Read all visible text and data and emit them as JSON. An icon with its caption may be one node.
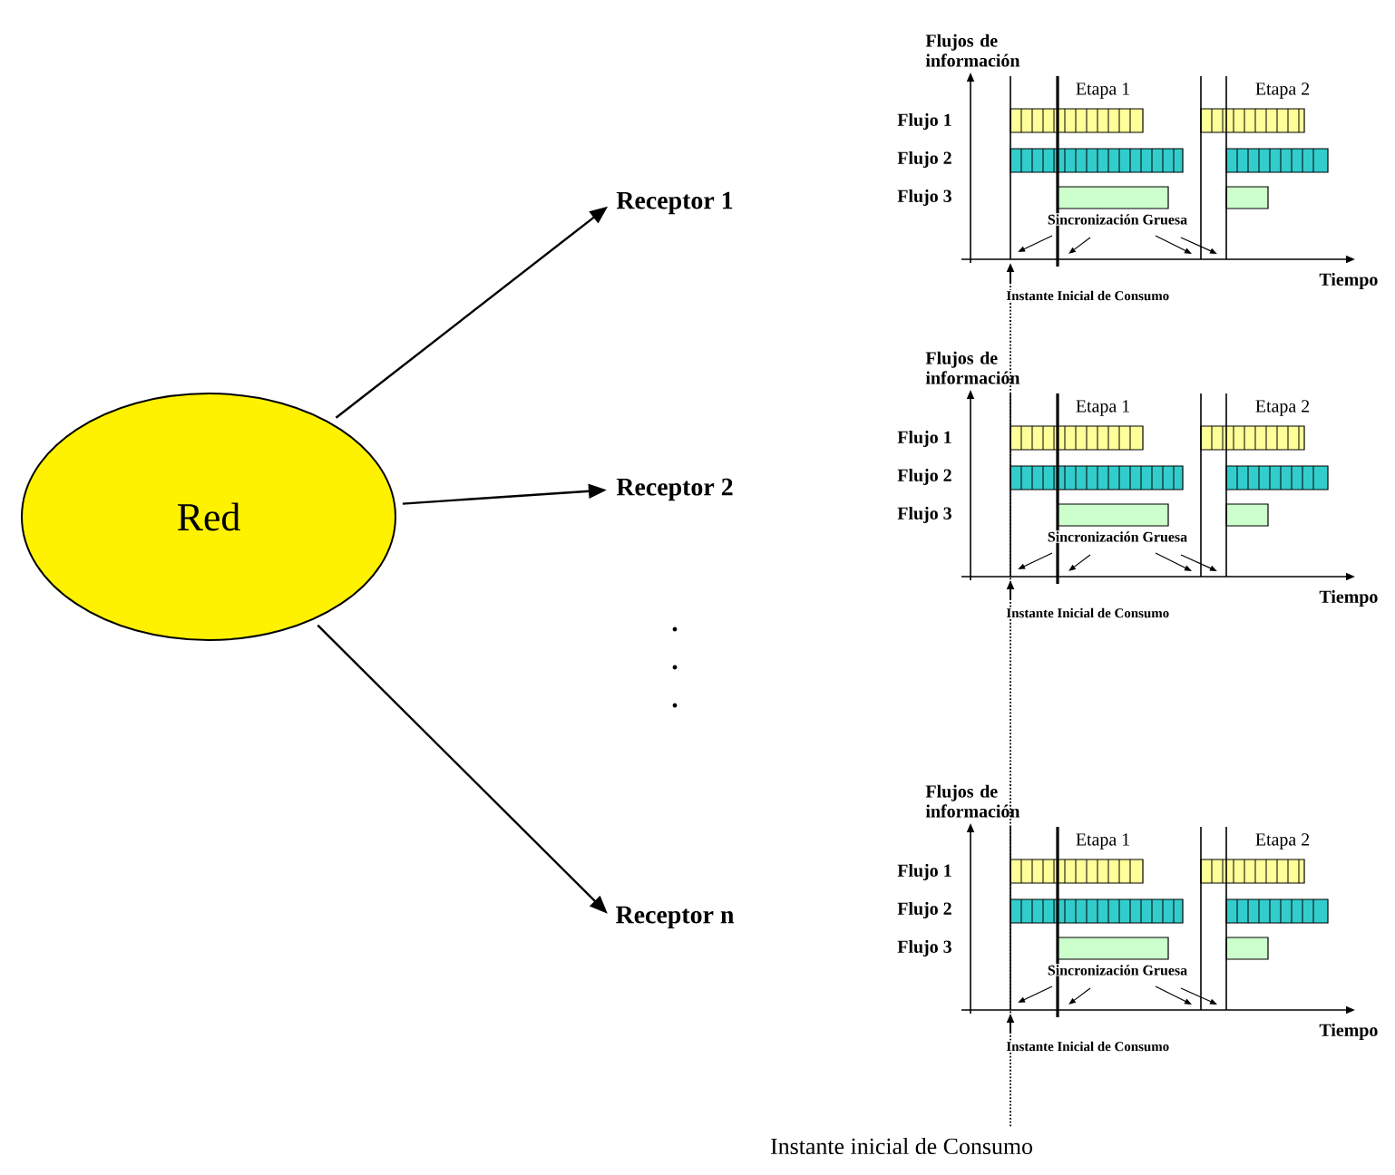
{
  "diagram": {
    "nodes": [
      {
        "text": [
          "Red"
        ]
      },
      {
        "text": [
          "Receptor 1"
        ]
      },
      {
        "text": [
          "Receptor 2"
        ]
      },
      {
        "text": [
          "Receptor n"
        ]
      }
    ],
    "edges": [
      {
        "from": 0,
        "to": 1,
        "arrow": "to"
      },
      {
        "from": 0,
        "to": 2,
        "arrow": "to"
      },
      {
        "from": 0,
        "to": 3,
        "arrow": "to"
      }
    ],
    "labels": [
      "Flujos de información",
      "Etapa 1",
      "Etapa 2",
      "Flujo 1",
      "Flujo 2",
      "Flujo 3",
      "Sincronización Gruesa",
      "Tiempo",
      "Instante Inicial de Consumo",
      "Flujos de información",
      "Etapa 1",
      "Etapa 2",
      "Flujo 1",
      "Flujo 2",
      "Flujo 3",
      "Sincronización Gruesa",
      "Tiempo",
      "Instante Inicial de Consumo",
      "Flujos de información",
      "Etapa 1",
      "Etapa 2",
      "Flujo 1",
      "Flujo 2",
      "Flujo 3",
      "Sincronización Gruesa",
      "Tiempo",
      "Instante Inicial de Consumo",
      "Instante inicial de Consumo"
    ]
  }
}
